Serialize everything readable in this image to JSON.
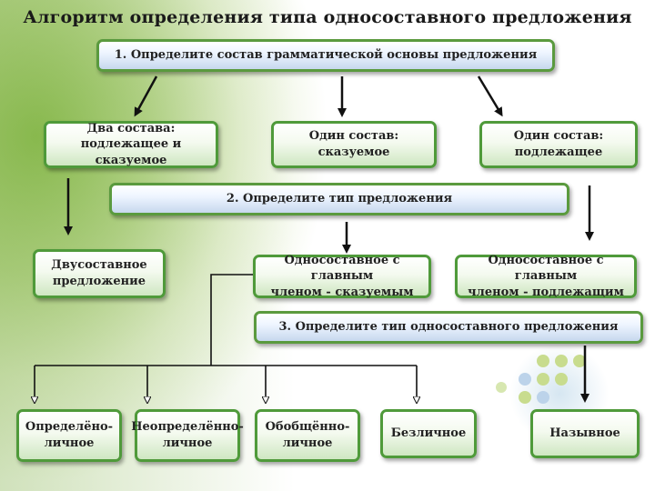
{
  "title": "Алгоритм определения типа односоставного предложения",
  "steps": {
    "step1": "1. Определите  состав грамматической основы предложения",
    "step2": "2. Определите  тип предложения",
    "step3": "3. Определите  тип односоставного предложения"
  },
  "composition": {
    "two": "Два состава:\nподлежащее и\nсказуемое",
    "one_predicate": "Один состав:\nсказуемое",
    "one_subject": "Один состав:\nподлежащее"
  },
  "sentence_types": {
    "two_part": "Двусоставное\nпредложение",
    "one_part_predicate": "Односоставное с главным\nчленом - сказуемым",
    "one_part_subject": "Односоставное с главным\nчленом - подлежащим"
  },
  "one_part_types": {
    "definite_personal": "Определёно-\nличное",
    "indefinite_personal": "Неопределённо-\nличное",
    "generalized_personal": "Обобщённо-\nличное",
    "impersonal": "Безличное",
    "nominative": "Назывное"
  },
  "colors": {
    "box_border": "#4f9a3a",
    "arrow": "#111111",
    "background_green": "#8fbf55"
  }
}
